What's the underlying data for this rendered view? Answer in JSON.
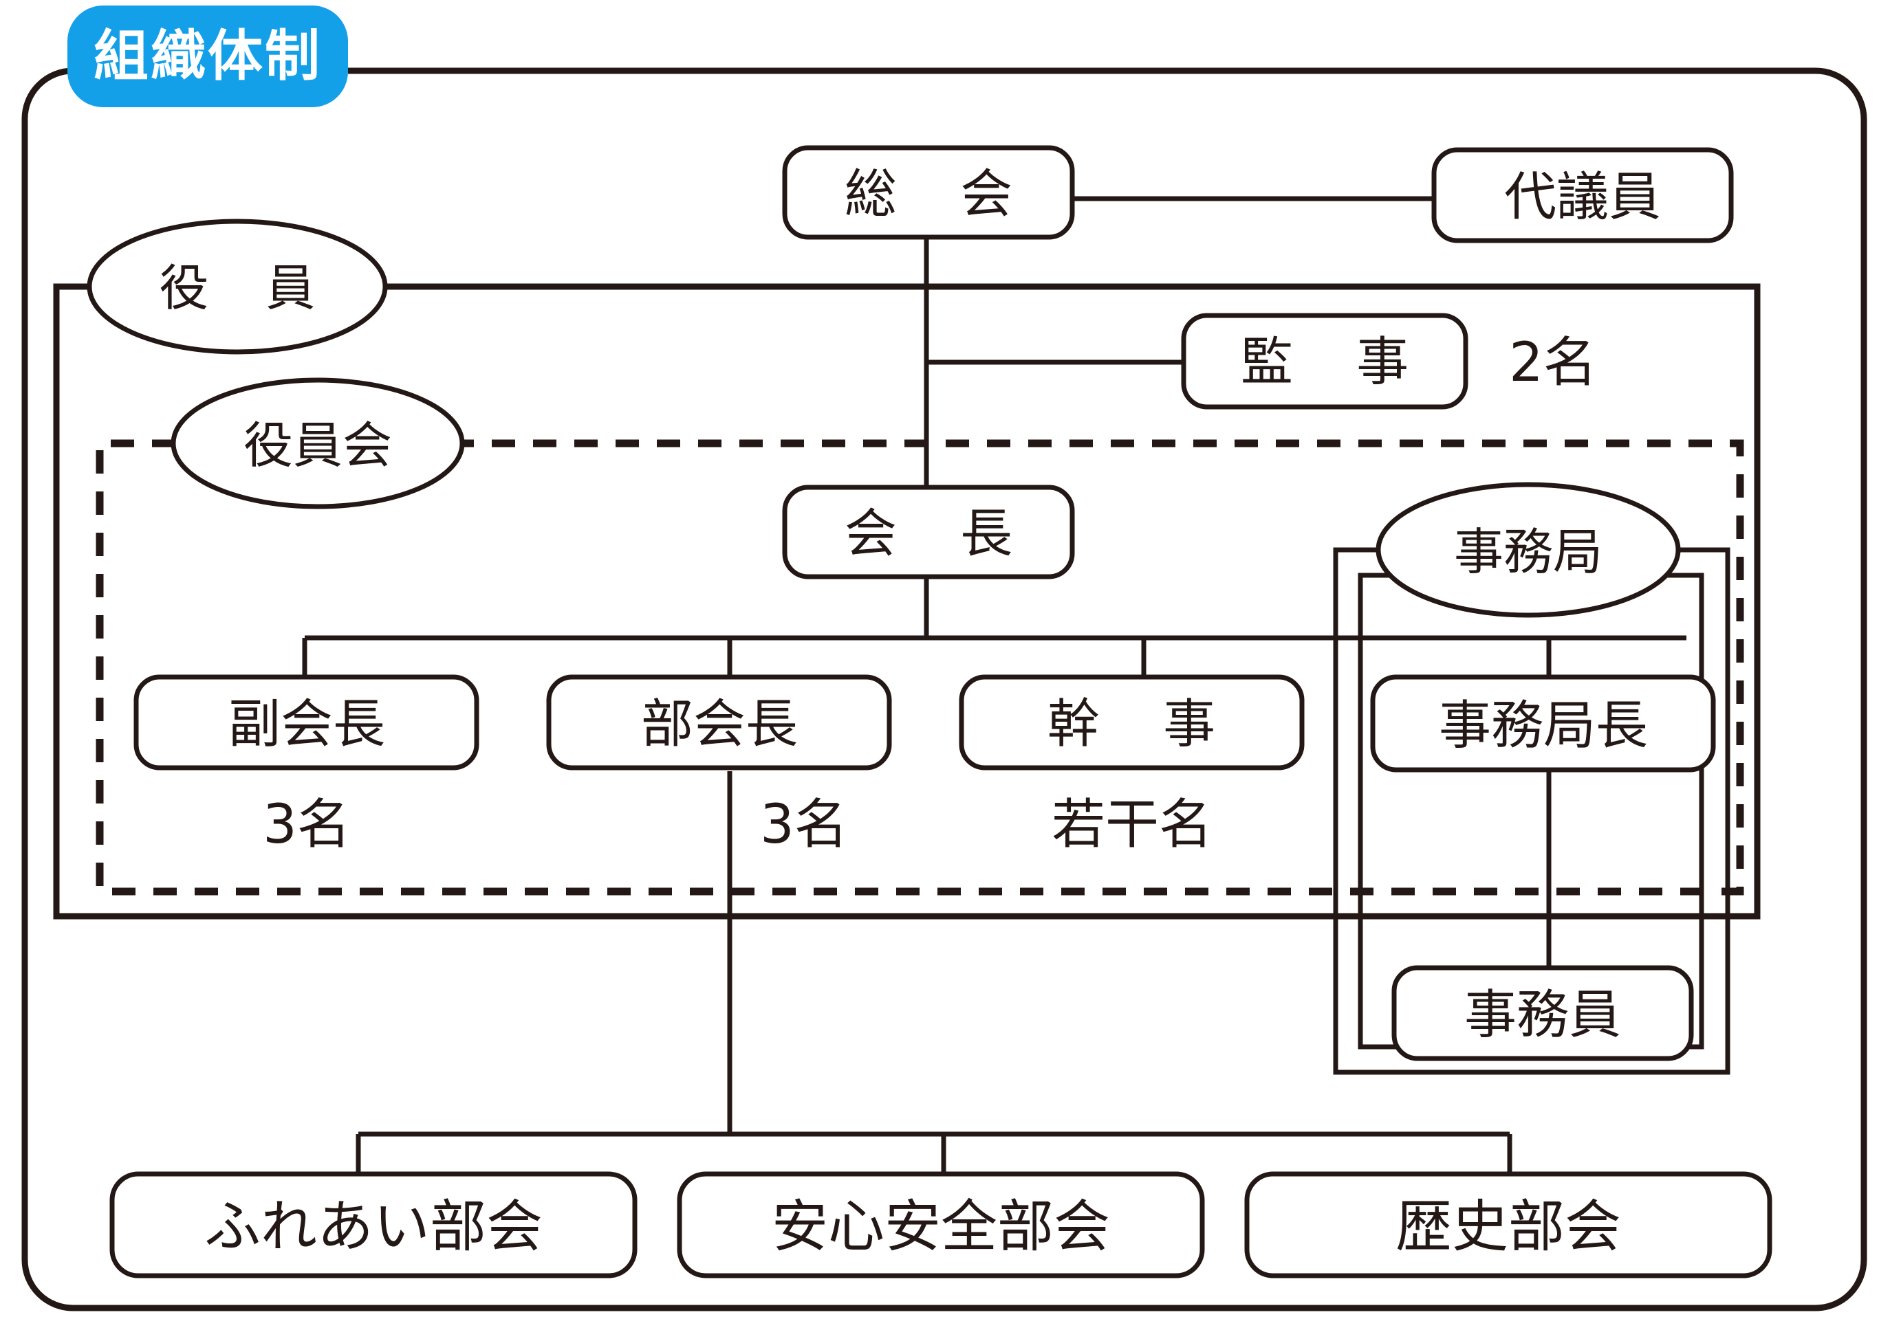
{
  "title": {
    "badge_label": "組織体制",
    "badge_color": "#14A0E8",
    "badge_text_color": "#ffffff"
  },
  "colors": {
    "line": "#231815",
    "background": "#ffffff",
    "accent": "#14A0E8"
  },
  "group_labels": {
    "officers": "役 員",
    "officers_meeting": "役員会",
    "secretariat": "事務局"
  },
  "nodes": {
    "general_assembly": "総  会",
    "delegates": "代議員",
    "auditors": "監  事",
    "auditors_count": "2名",
    "chairman": "会  長",
    "vice_chairman": "副会長",
    "vice_chairman_count": "3名",
    "division_head": "部会長",
    "division_head_count": "3名",
    "secretary": "幹  事",
    "secretary_count": "若干名",
    "secretariat_director": "事務局長",
    "office_staff": "事務員"
  },
  "divisions": [
    {
      "label": "ふれあい部会"
    },
    {
      "label": "安心安全部会"
    },
    {
      "label": "歴史部会"
    }
  ],
  "chart_data": {
    "type": "diagram",
    "title": "組織体制",
    "kind": "organization-chart",
    "groups": [
      {
        "name": "役 員",
        "style": "solid-box"
      },
      {
        "name": "役員会",
        "style": "dashed-box"
      },
      {
        "name": "事務局",
        "style": "double-box"
      }
    ],
    "nodes": [
      {
        "id": "general_assembly",
        "label": "総  会",
        "level": 0
      },
      {
        "id": "delegates",
        "label": "代議員",
        "level": 0
      },
      {
        "id": "auditors",
        "label": "監  事",
        "level": 1,
        "count": "2名"
      },
      {
        "id": "chairman",
        "label": "会  長",
        "level": 2
      },
      {
        "id": "vice_chairman",
        "label": "副会長",
        "level": 3,
        "count": "3名"
      },
      {
        "id": "division_head",
        "label": "部会長",
        "level": 3,
        "count": "3名"
      },
      {
        "id": "secretary",
        "label": "幹  事",
        "level": 3,
        "count": "若干名"
      },
      {
        "id": "secretariat_director",
        "label": "事務局長",
        "level": 3
      },
      {
        "id": "office_staff",
        "label": "事務員",
        "level": 4
      },
      {
        "id": "division_fureai",
        "label": "ふれあい部会",
        "level": 5
      },
      {
        "id": "division_safety",
        "label": "安心安全部会",
        "level": 5
      },
      {
        "id": "division_history",
        "label": "歴史部会",
        "level": 5
      }
    ],
    "edges": [
      {
        "from": "general_assembly",
        "to": "delegates"
      },
      {
        "from": "general_assembly",
        "to": "auditors"
      },
      {
        "from": "general_assembly",
        "to": "chairman"
      },
      {
        "from": "chairman",
        "to": "vice_chairman"
      },
      {
        "from": "chairman",
        "to": "division_head"
      },
      {
        "from": "chairman",
        "to": "secretary"
      },
      {
        "from": "chairman",
        "to": "secretariat_director"
      },
      {
        "from": "secretariat_director",
        "to": "office_staff"
      },
      {
        "from": "division_head",
        "to": "division_fureai"
      },
      {
        "from": "division_head",
        "to": "division_safety"
      },
      {
        "from": "division_head",
        "to": "division_history"
      }
    ]
  }
}
